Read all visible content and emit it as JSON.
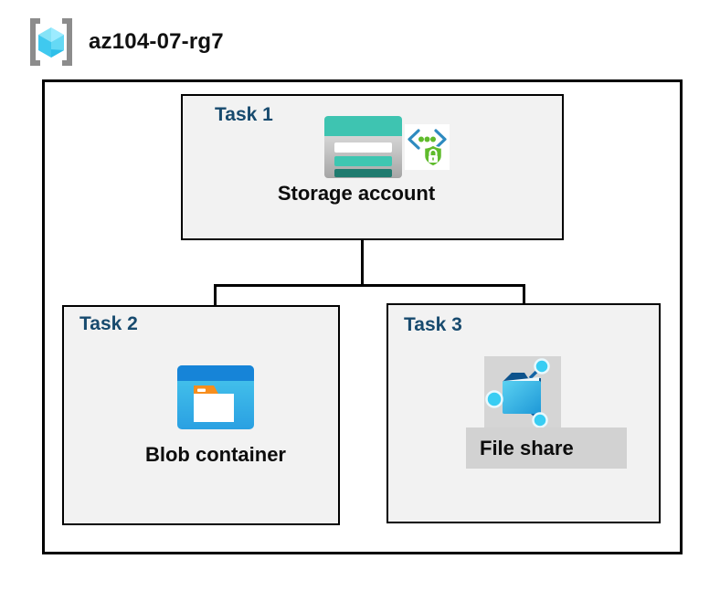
{
  "title": {
    "resource_group": "az104-07-rg7"
  },
  "nodes": {
    "task1": {
      "label": "Task 1",
      "name": "Storage account"
    },
    "task2": {
      "label": "Task 2",
      "name": "Blob container"
    },
    "task3": {
      "label": "Task 3",
      "name": "File share"
    }
  },
  "icons": {
    "resource_group": "resource-group-icon",
    "storage_account": "storage-account-icon",
    "sas_badge": "code-lock-icon",
    "blob_container": "blob-container-icon",
    "file_share": "file-share-icon"
  },
  "colors": {
    "task_label": "#174a6e",
    "box_fill": "#f2f2f2",
    "border": "#000000",
    "storage_teal": "#3ec4b1",
    "storage_teal_dark": "#1f7b6f",
    "sas_bracket_blue": "#2e8bc0",
    "sas_green": "#5fbb2c",
    "blob_header_blue": "#1684d8",
    "blob_body_blue": "#35b4e8",
    "blob_tab_orange": "#f78e1e",
    "file_share_highlight": "#d2d2d2",
    "file_share_node_cyan": "#38cdf3",
    "file_share_flap_navy": "#0e538c",
    "rg_cube_cyan": "#50e6ff",
    "rg_bracket_gray": "#8c8c8c"
  }
}
